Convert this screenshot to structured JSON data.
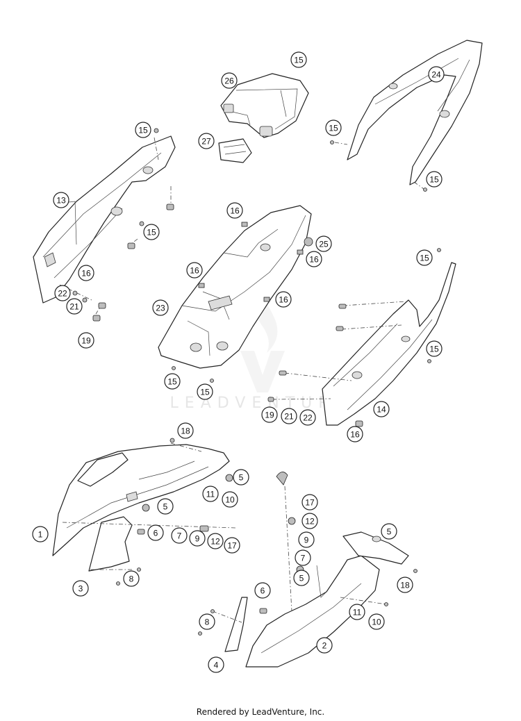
{
  "watermark": {
    "text": "LEADVENTURE"
  },
  "footer": {
    "text": "Rendered by LeadVenture, Inc."
  },
  "callouts": [
    {
      "id": "c15-top",
      "label": "15"
    },
    {
      "id": "c26",
      "label": "26"
    },
    {
      "id": "c27",
      "label": "27"
    },
    {
      "id": "c15-a",
      "label": "15"
    },
    {
      "id": "c13",
      "label": "13"
    },
    {
      "id": "c15-b",
      "label": "15"
    },
    {
      "id": "c16-a",
      "label": "16"
    },
    {
      "id": "c22-a",
      "label": "22"
    },
    {
      "id": "c21-a",
      "label": "21"
    },
    {
      "id": "c19-a",
      "label": "19"
    },
    {
      "id": "c24",
      "label": "24"
    },
    {
      "id": "c15-c",
      "label": "15"
    },
    {
      "id": "c15-d",
      "label": "15"
    },
    {
      "id": "c16-b",
      "label": "16"
    },
    {
      "id": "c25",
      "label": "25"
    },
    {
      "id": "c16-c",
      "label": "16"
    },
    {
      "id": "c16-d",
      "label": "16"
    },
    {
      "id": "c16-e",
      "label": "16"
    },
    {
      "id": "c23",
      "label": "23"
    },
    {
      "id": "c15-e",
      "label": "15"
    },
    {
      "id": "c15-f",
      "label": "15"
    },
    {
      "id": "c15-g",
      "label": "15"
    },
    {
      "id": "c15-h",
      "label": "15"
    },
    {
      "id": "c19-b",
      "label": "19"
    },
    {
      "id": "c21-b",
      "label": "21"
    },
    {
      "id": "c22-b",
      "label": "22"
    },
    {
      "id": "c14",
      "label": "14"
    },
    {
      "id": "c16-f",
      "label": "16"
    },
    {
      "id": "c18-a",
      "label": "18"
    },
    {
      "id": "c5-a",
      "label": "5"
    },
    {
      "id": "c11-a",
      "label": "11"
    },
    {
      "id": "c10-a",
      "label": "10"
    },
    {
      "id": "c5-b",
      "label": "5"
    },
    {
      "id": "c1",
      "label": "1"
    },
    {
      "id": "c6-a",
      "label": "6"
    },
    {
      "id": "c7-a",
      "label": "7"
    },
    {
      "id": "c9-a",
      "label": "9"
    },
    {
      "id": "c12-a",
      "label": "12"
    },
    {
      "id": "c17-a",
      "label": "17"
    },
    {
      "id": "c8-a",
      "label": "8"
    },
    {
      "id": "c3",
      "label": "3"
    },
    {
      "id": "c17-b",
      "label": "17"
    },
    {
      "id": "c12-b",
      "label": "12"
    },
    {
      "id": "c9-b",
      "label": "9"
    },
    {
      "id": "c7-b",
      "label": "7"
    },
    {
      "id": "c5-c",
      "label": "5"
    },
    {
      "id": "c5-d",
      "label": "5"
    },
    {
      "id": "c18-b",
      "label": "18"
    },
    {
      "id": "c6-b",
      "label": "6"
    },
    {
      "id": "c11-b",
      "label": "11"
    },
    {
      "id": "c10-b",
      "label": "10"
    },
    {
      "id": "c8-b",
      "label": "8"
    },
    {
      "id": "c2",
      "label": "2"
    },
    {
      "id": "c4",
      "label": "4"
    }
  ]
}
